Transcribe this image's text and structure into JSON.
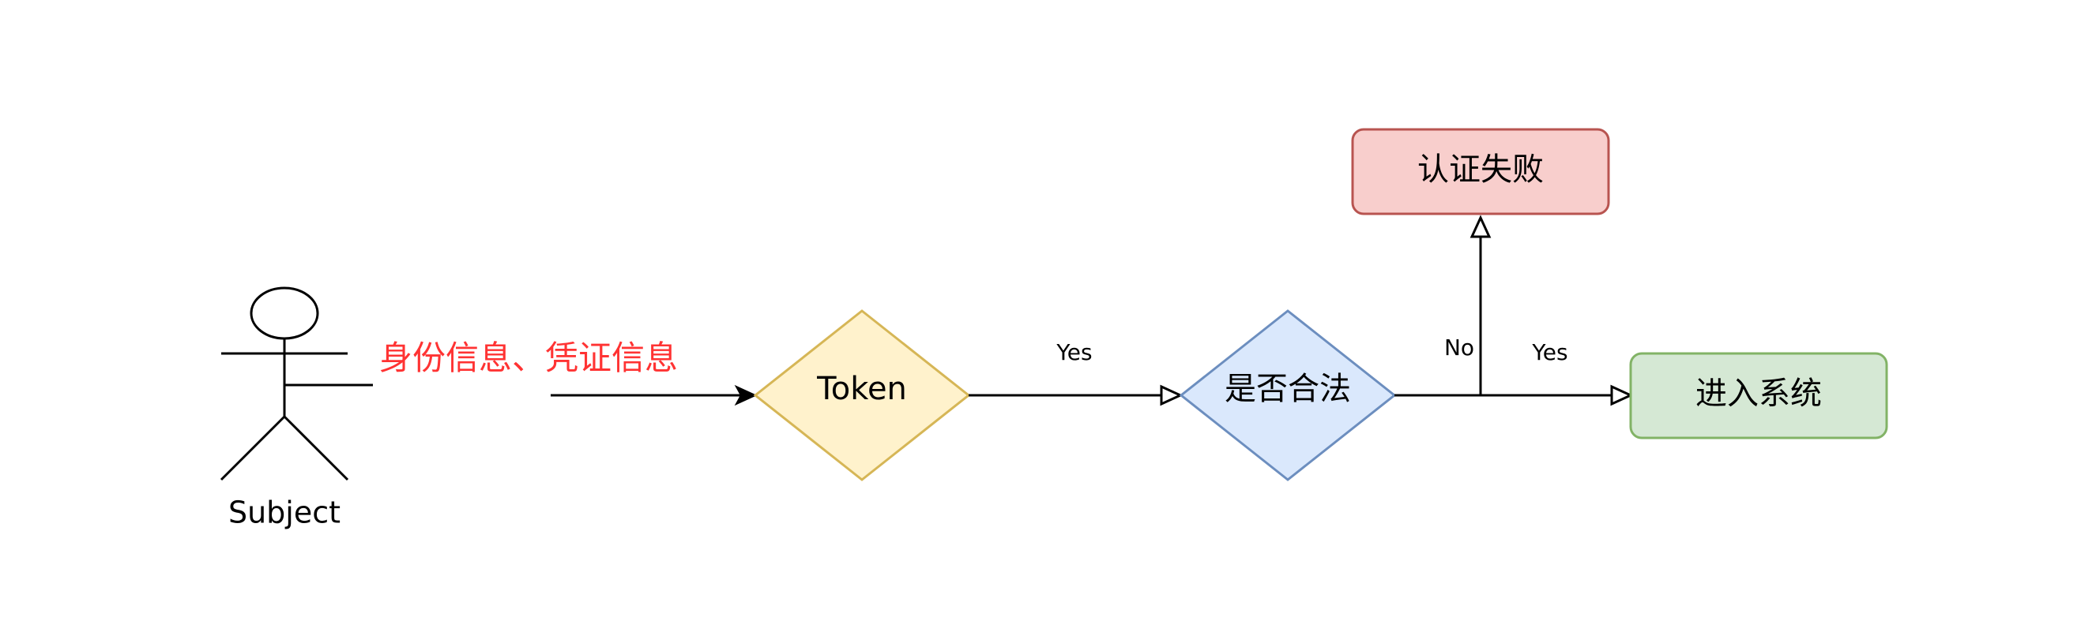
{
  "actor": {
    "label": "Subject"
  },
  "flow_label": {
    "text": "身份信息、凭证信息",
    "color": "#ff3333"
  },
  "nodes": {
    "token": {
      "label": "Token",
      "fill": "#fff2cc",
      "stroke": "#d6b656"
    },
    "valid_check": {
      "label": "是否合法",
      "fill": "#dae8fc",
      "stroke": "#6c8ebf"
    },
    "auth_failed": {
      "label": "认证失败",
      "fill": "#f8cecc",
      "stroke": "#b85450"
    },
    "enter_system": {
      "label": "进入系统",
      "fill": "#d5e8d4",
      "stroke": "#82b366"
    }
  },
  "edges": {
    "token_to_check": {
      "label": "Yes"
    },
    "check_to_failed": {
      "label": "No"
    },
    "check_to_system": {
      "label": "Yes"
    }
  }
}
